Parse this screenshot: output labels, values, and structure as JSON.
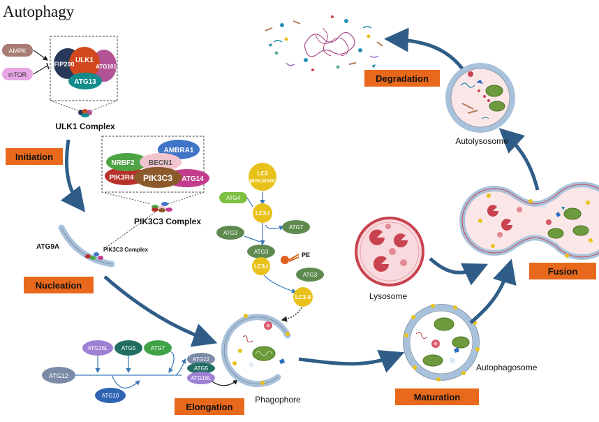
{
  "title": "Autophagy",
  "stages": {
    "initiation": "Initiation",
    "nucleation": "Nucleation",
    "elongation": "Elongation",
    "maturation": "Maturation",
    "fusion": "Fusion",
    "degradation": "Degradation"
  },
  "regulators": {
    "ampk": "AMPK",
    "mtor": "mTOR"
  },
  "ulk1": {
    "fip200": "FIP200",
    "ulk1": "ULK1",
    "atg101": "ATG101",
    "atg13": "ATG13",
    "label": "ULK1 Complex"
  },
  "pik3c3": {
    "ambra1": "AMBRA1",
    "nrbf2": "NRBF2",
    "becn1": "BECN1",
    "pik3r4": "PIK3R4",
    "pik3c3": "PIK3C3",
    "atg14": "ATG14",
    "label": "PIK3C3 Complex",
    "membrane_label": "PIK3C3 Complex"
  },
  "atg9a": "ATG9A",
  "lc3": {
    "precursor_1": "LC3",
    "precursor_2": "precursor",
    "atg4": "ATG4",
    "lc3i_1": "LC3-I",
    "atg7": "ATG7",
    "atg3_1": "ATG3",
    "atg3_2": "ATG3",
    "lc3i_2": "LC3-I",
    "pe": "PE",
    "atg3_3": "ATG3",
    "lc3ii": "LC3-II"
  },
  "conj": {
    "atg16l": "ATG16L",
    "atg5": "ATG5",
    "atg7": "ATG7",
    "atg12": "ATG12",
    "atg10": "ATG10",
    "c_atg12": "ATG12",
    "c_atg5": "ATG5",
    "c_atg16l": "ATG16L"
  },
  "structures": {
    "phagophore": "Phagophore",
    "autophagosome": "Autophagosome",
    "lysosome": "Lysosome",
    "autolysosome": "Autolysosome"
  },
  "colors": {
    "stage_orange": "#e8691c",
    "arrow_blue": "#2f5d87",
    "membrane_blue": "#a9c2db",
    "lysosome_red": "#c8434f",
    "lc3_yellow": "#e8c21a",
    "atg_green": "#5f8a4f"
  }
}
